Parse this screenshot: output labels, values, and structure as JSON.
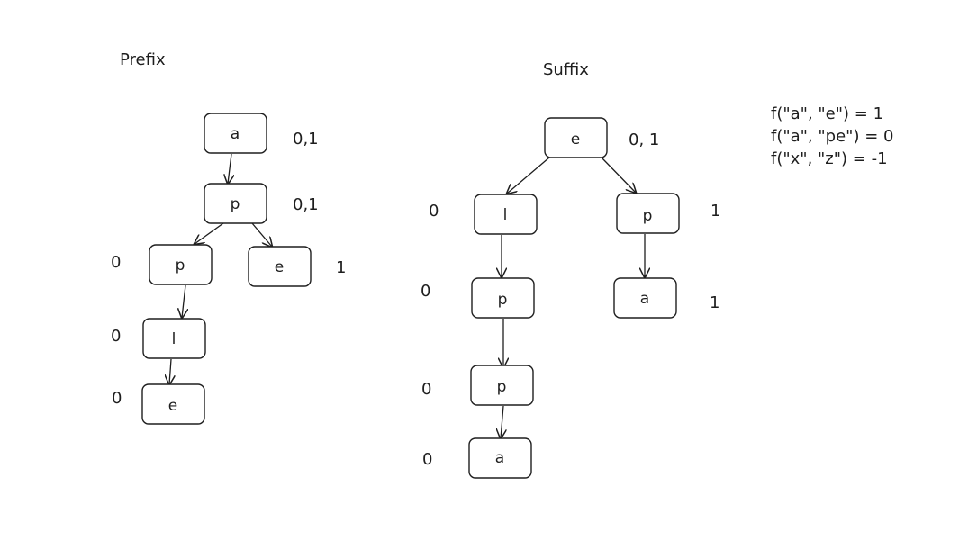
{
  "prefix": {
    "title": "Prefix",
    "nodes": [
      {
        "id": "a",
        "label": "a",
        "count": "0,1"
      },
      {
        "id": "p1",
        "label": "p",
        "count": "0,1"
      },
      {
        "id": "p2",
        "label": "p",
        "count": "0"
      },
      {
        "id": "e1",
        "label": "e",
        "count": "1"
      },
      {
        "id": "l",
        "label": "l",
        "count": "0"
      },
      {
        "id": "e2",
        "label": "e",
        "count": "0"
      }
    ]
  },
  "suffix": {
    "title": "Suffix",
    "nodes": [
      {
        "id": "e",
        "label": "e",
        "count": "0, 1"
      },
      {
        "id": "l",
        "label": "l",
        "count": "0"
      },
      {
        "id": "p1",
        "label": "p",
        "count": "1"
      },
      {
        "id": "p2",
        "label": "p",
        "count": "0"
      },
      {
        "id": "a1",
        "label": "a",
        "count": "1"
      },
      {
        "id": "p3",
        "label": "p",
        "count": "0"
      },
      {
        "id": "a2",
        "label": "a",
        "count": "0"
      }
    ]
  },
  "equations": [
    "f(\"a\", \"e\") = 1",
    "f(\"a\", \"pe\") = 0",
    "f(\"x\", \"z\") = -1"
  ]
}
